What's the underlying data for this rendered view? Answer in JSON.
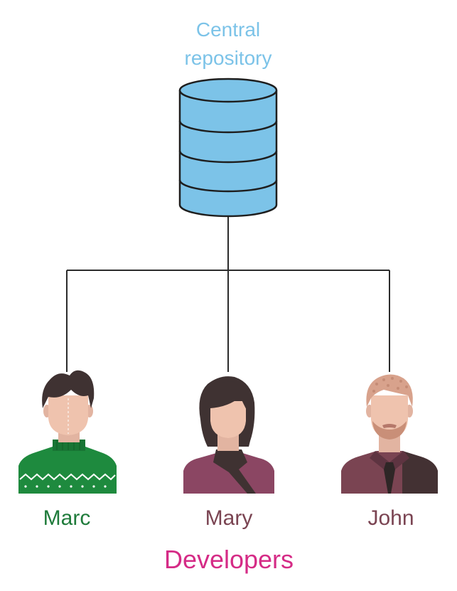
{
  "repository": {
    "title_line1": "Central",
    "title_line2": "repository",
    "color": "#7cc3e8"
  },
  "developers": {
    "label": "Developers",
    "label_color": "#d52b86",
    "people": [
      {
        "name": "Marc",
        "color": "#1f7b3b"
      },
      {
        "name": "Mary",
        "color": "#7a4452"
      },
      {
        "name": "John",
        "color": "#7a4452"
      }
    ]
  }
}
